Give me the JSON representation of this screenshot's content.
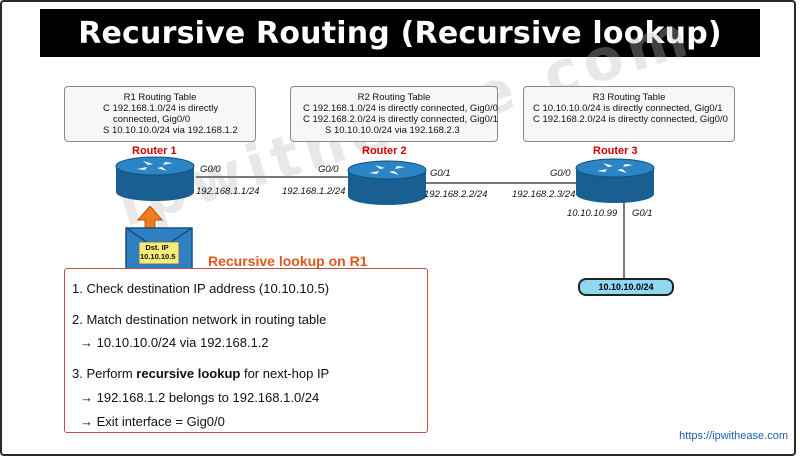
{
  "title": "Recursive Routing (Recursive lookup)",
  "r1_table": {
    "title": "R1 Routing Table",
    "lines": [
      "C  192.168.1.0/24 is directly",
      "connected,  Gig0/0",
      "S  10.10.10.0/24 via 192.168.1.2"
    ]
  },
  "r2_table": {
    "title": "R2 Routing Table",
    "lines": [
      "C  192.168.1.0/24 is directly connected, Gig0/0",
      "C  192.168.2.0/24 is directly connected, Gig0/1",
      "S  10.10.10.0/24 via 192.168.2.3"
    ]
  },
  "r3_table": {
    "title": "R3 Routing Table",
    "lines": [
      "C  10.10.10.0/24 is directly connected, Gig0/1",
      "C  192.168.2.0/24 is directly connected, Gig0/0"
    ]
  },
  "routers": {
    "r1": {
      "name": "Router 1",
      "iface": "G0/0",
      "ip": "192.168.1.1/24"
    },
    "r2": {
      "name": "Router 2",
      "iface_left": "G0/0",
      "ip_left": "192.168.1.2/24",
      "iface_right": "G0/1",
      "ip_right": "192.168.2.2/24"
    },
    "r3": {
      "name": "Router 3",
      "iface_left": "G0/0",
      "ip_left": "192.168.2.3/24",
      "iface_down": "G0/1",
      "ip_down": "10.10.10.99"
    }
  },
  "network_label": "10.10.10.0/24",
  "packet": {
    "line1": "Dst. IP",
    "line2": "10.10.10.5"
  },
  "recursive_title": "Recursive lookup on R1",
  "steps": {
    "s1": "1. Check destination IP address (10.10.10.5)",
    "s2": "2. Match destination network in routing table",
    "s2a": "→ 10.10.10.0/24 via 192.168.1.2",
    "s3_pre": "3. Perform ",
    "s3_bold": "recursive lookup",
    "s3_post": " for next-hop IP",
    "s3a": "→ 192.168.1.2 belongs to 192.168.1.0/24",
    "s3b": "→ Exit interface = Gig0/0"
  },
  "watermark": "ipwithease.com",
  "url": "https://ipwithease.com",
  "colors": {
    "router_blue": "#1f6fa8",
    "router_name": "#cc0000",
    "recursive_title": "#e0561c",
    "net_fill": "#8fd8f0",
    "arrow_orange": "#f07a1e"
  }
}
